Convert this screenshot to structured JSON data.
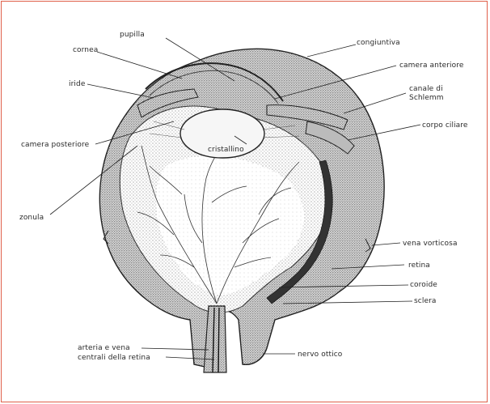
{
  "colors": {
    "frame": "#e0604a",
    "ink": "#2a2a2a",
    "paper": "#ffffff"
  },
  "labels": {
    "pupilla": "pupilla",
    "cornea": "cornea",
    "iride": "iride",
    "camera_posteriore": "camera posteriore",
    "zonula": "zonula",
    "congiuntiva": "congiuntiva",
    "camera_anteriore": "camera anteriore",
    "canale_schlemm_1": "canale di",
    "canale_schlemm_2": "Schlemm",
    "corpo_ciliare": "corpo ciliare",
    "cristallino": "cristallino",
    "vena_vorticosa": "vena vorticosa",
    "retina": "retina",
    "coroide": "coroide",
    "sclera": "sclera",
    "arteria_vena_1": "arteria e vena",
    "arteria_vena_2": "centrali della retina",
    "nervo_ottico": "nervo ottico"
  }
}
